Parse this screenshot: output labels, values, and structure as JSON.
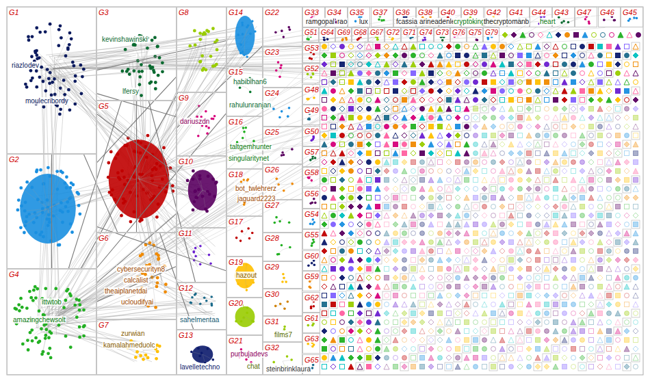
{
  "diagram": {
    "nodes": [
      {
        "text": [
          "G1"
        ]
      },
      {
        "text": [
          "G2"
        ]
      },
      {
        "text": [
          "G4"
        ]
      },
      {
        "text": [
          "G3"
        ]
      },
      {
        "text": [
          "G5"
        ]
      },
      {
        "text": [
          "G6"
        ]
      },
      {
        "text": [
          "G7"
        ]
      },
      {
        "text": [
          "G8"
        ]
      },
      {
        "text": [
          "G9"
        ]
      },
      {
        "text": [
          "G10"
        ]
      },
      {
        "text": [
          "G11"
        ]
      },
      {
        "text": [
          "G12"
        ]
      },
      {
        "text": [
          "G13"
        ]
      },
      {
        "text": [
          "G14"
        ]
      },
      {
        "text": [
          "G15"
        ]
      },
      {
        "text": [
          "G16"
        ]
      },
      {
        "text": [
          "G18"
        ]
      },
      {
        "text": [
          "G17"
        ]
      },
      {
        "text": [
          "G19"
        ]
      },
      {
        "text": [
          "G20"
        ]
      },
      {
        "text": [
          "G21"
        ]
      },
      {
        "text": [
          "G22"
        ]
      },
      {
        "text": [
          "G23"
        ]
      },
      {
        "text": [
          "G24"
        ]
      },
      {
        "text": [
          "G25"
        ]
      },
      {
        "text": [
          "G26"
        ]
      },
      {
        "text": [
          "G27"
        ]
      },
      {
        "text": [
          "G28"
        ]
      },
      {
        "text": [
          "G29"
        ]
      },
      {
        "text": [
          "G30"
        ]
      },
      {
        "text": [
          "G31"
        ]
      },
      {
        "text": [
          "G32"
        ]
      },
      {
        "text": [
          "G33"
        ]
      },
      {
        "text": [
          "G34"
        ]
      },
      {
        "text": [
          "G35"
        ]
      },
      {
        "text": [
          "G37"
        ]
      },
      {
        "text": [
          "G36"
        ]
      },
      {
        "text": [
          "G38"
        ]
      },
      {
        "text": [
          "G40"
        ]
      },
      {
        "text": [
          "G39"
        ]
      },
      {
        "text": [
          "G42"
        ]
      },
      {
        "text": [
          "G41"
        ]
      },
      {
        "text": [
          "G44"
        ]
      },
      {
        "text": [
          "G43"
        ]
      },
      {
        "text": [
          "G47"
        ]
      },
      {
        "text": [
          "G46"
        ]
      },
      {
        "text": [
          "G45"
        ]
      },
      {
        "text": [
          "G51"
        ]
      },
      {
        "text": [
          "G64"
        ]
      },
      {
        "text": [
          "G69"
        ]
      },
      {
        "text": [
          "G68"
        ]
      },
      {
        "text": [
          "G67"
        ]
      },
      {
        "text": [
          "G72"
        ]
      },
      {
        "text": [
          "G71"
        ]
      },
      {
        "text": [
          "G74"
        ]
      },
      {
        "text": [
          "G73"
        ]
      },
      {
        "text": [
          "G76"
        ]
      },
      {
        "text": [
          "G75"
        ]
      },
      {
        "text": [
          "G79"
        ]
      },
      {
        "text": [
          "G53"
        ]
      },
      {
        "text": [
          "G52"
        ]
      },
      {
        "text": [
          "G48"
        ]
      },
      {
        "text": [
          "G49"
        ]
      },
      {
        "text": [
          "G50"
        ]
      },
      {
        "text": [
          "G57"
        ]
      },
      {
        "text": [
          "G58"
        ]
      },
      {
        "text": [
          "G56"
        ]
      },
      {
        "text": [
          "G54"
        ]
      },
      {
        "text": [
          "G55"
        ]
      },
      {
        "text": [
          "G60"
        ]
      },
      {
        "text": [
          "G59"
        ]
      },
      {
        "text": [
          "G62"
        ]
      },
      {
        "text": [
          "G61"
        ]
      },
      {
        "text": [
          "G63"
        ]
      },
      {
        "text": [
          "G65"
        ]
      }
    ],
    "edges": [
      {
        "from": 0,
        "to": 2,
        "arrow": "none"
      },
      {
        "from": 3,
        "to": 5,
        "arrow": "none"
      },
      {
        "from": 0,
        "to": 5,
        "arrow": "none"
      },
      {
        "from": 2,
        "to": 3,
        "arrow": "none"
      },
      {
        "from": 1,
        "to": 7,
        "arrow": "none"
      },
      {
        "from": 2,
        "to": 7,
        "arrow": "none"
      },
      {
        "from": 0,
        "to": 8,
        "arrow": "none"
      },
      {
        "from": 2,
        "to": 9,
        "arrow": "none"
      },
      {
        "from": 3,
        "to": 11,
        "arrow": "none"
      },
      {
        "from": 4,
        "to": 12,
        "arrow": "none"
      },
      {
        "from": 0,
        "to": 13,
        "arrow": "none"
      },
      {
        "from": 2,
        "to": 14,
        "arrow": "none"
      },
      {
        "from": 4,
        "to": 21,
        "arrow": "none"
      },
      {
        "from": 1,
        "to": 18,
        "arrow": "none"
      },
      {
        "from": 2,
        "to": 10,
        "arrow": "none"
      },
      {
        "from": 0,
        "to": 9,
        "arrow": "none"
      }
    ],
    "labels": [
      "riazlodev",
      "moulecribordy",
      "kevinshawinski",
      "lfersy",
      "ittwtob",
      "amazingchewsolt",
      "cybersecurityn8",
      "calcalist",
      "theaiplanetdai",
      "ucloudifyai",
      "zurwian",
      "kamalahmeduolc",
      "dariuszdn",
      "sahelmentaa",
      "lavelletechno",
      "habibihan6",
      "rahulunranjan",
      "taltgemhunter",
      "singularitynet",
      "bot_twlehrerz",
      "jaguard2223",
      "hazout",
      "purbujadevs",
      "films7",
      "chat",
      "steinbrinklaura",
      "ramgopal",
      "rao",
      "lux",
      "fcassia",
      "arineadenle",
      "cryptokingke",
      "thecryptomanb",
      "heart"
    ]
  }
}
